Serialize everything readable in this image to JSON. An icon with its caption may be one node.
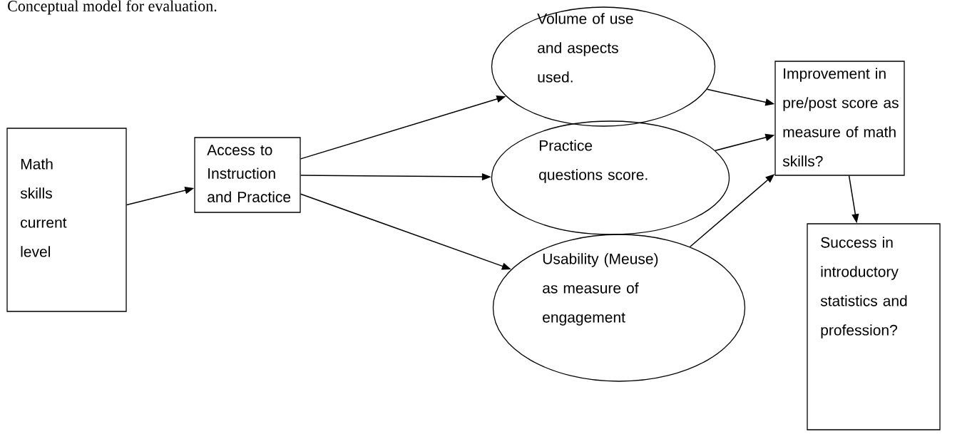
{
  "diagram": {
    "title": "Conceptual model for evaluation.",
    "nodes": [
      {
        "text": [
          "Math skills current level"
        ]
      },
      {
        "text": [
          "Access to Instruction and Practice"
        ]
      },
      {
        "text": [
          "Volume of use and aspects used."
        ]
      },
      {
        "text": [
          "Practice questions score."
        ]
      },
      {
        "text": [
          "Usability (Meuse) as measure of engagement"
        ]
      },
      {
        "text": [
          "Improvement in pre/post score as measure of math skills?"
        ]
      },
      {
        "text": [
          "Success in introductory statistics and profession?"
        ]
      }
    ],
    "edges": [
      {
        "from": 0,
        "to": 1,
        "arrow": "to"
      },
      {
        "from": 1,
        "to": 2,
        "arrow": "to"
      },
      {
        "from": 1,
        "to": 3,
        "arrow": "to"
      },
      {
        "from": 1,
        "to": 4,
        "arrow": "to"
      },
      {
        "from": 2,
        "to": 5,
        "arrow": "to"
      },
      {
        "from": 3,
        "to": 5,
        "arrow": "to"
      },
      {
        "from": 4,
        "to": 5,
        "arrow": "to"
      },
      {
        "from": 5,
        "to": 6,
        "arrow": "to"
      }
    ]
  }
}
